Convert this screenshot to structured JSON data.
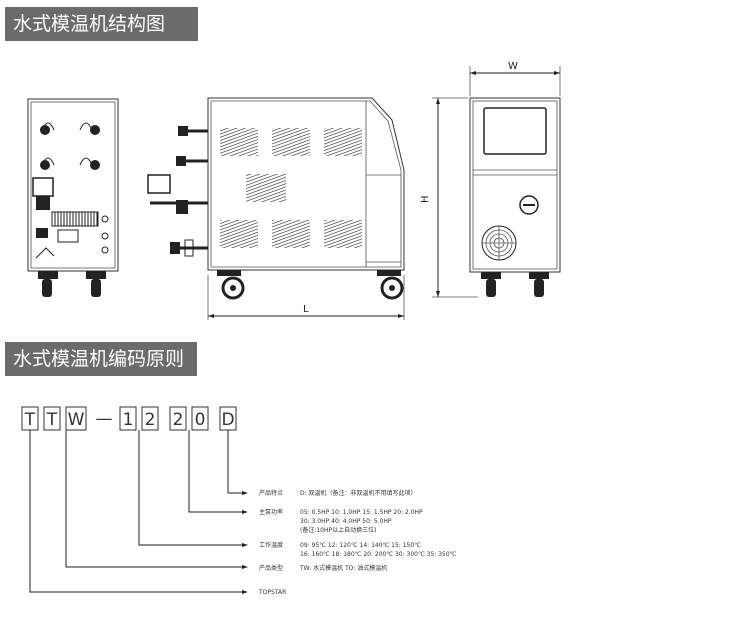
{
  "headings": {
    "structure": "水式模温机结构图",
    "coding": "水式模温机编码原则"
  },
  "dimensions": {
    "width": "W",
    "height": "H",
    "length": "L"
  },
  "code_boxes": [
    "T",
    "T",
    "W",
    "1",
    "2",
    "2",
    "0",
    "D"
  ],
  "code_dash": "—",
  "legend": {
    "feature": {
      "label": "产品特点",
      "desc": "D: 双温机（备注：非双温机不用填写此项）"
    },
    "power": {
      "label": "主泵功率",
      "line1": "05: 0.5HP   10: 1.0HP   15: 1.5HP   20: 2.0HP",
      "line2": "30: 3.0HP   40: 4.0HP   50: 5.0HP",
      "line3": "(备注:10HP以上自动换三位)"
    },
    "temp": {
      "label": "工作温度",
      "line1": "09: 95℃     12: 120℃   14: 140℃   15: 150℃",
      "line2": "16: 160℃   18: 180℃   20: 200℃   30: 300℃   35: 350℃"
    },
    "type": {
      "label": "产品类型",
      "desc": "TW: 水式模温机    TO: 油式模温机"
    },
    "brand": {
      "label": "TOPSTAR"
    }
  }
}
